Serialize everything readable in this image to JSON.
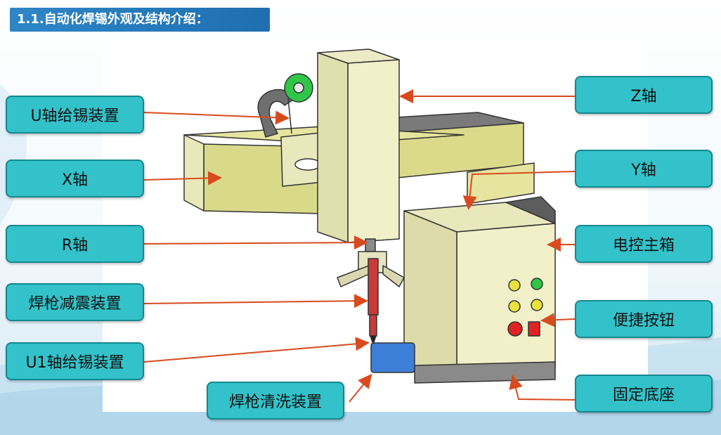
{
  "header": {
    "title": "1.1.自动化焊锡外观及结构介绍："
  },
  "labels": {
    "u_axis_feeder": "U轴给锡装置",
    "x_axis": "X轴",
    "r_axis": "R轴",
    "gun_damper": "焊枪减震装置",
    "u1_axis_feeder": "U1轴给锡装置",
    "gun_cleaner": "焊枪清洗装置",
    "z_axis": "Z轴",
    "y_axis": "Y轴",
    "control_box": "电控主箱",
    "quick_buttons": "便捷按钮",
    "fixed_base": "固定底座"
  },
  "colors": {
    "label_fill": "#33c2c9",
    "label_border": "#15888f",
    "arrow": "#d94a1e",
    "title_bar": "#2f86c6",
    "machine_beige": "#f1f0c8",
    "machine_olive": "#d9d98a",
    "machine_dark": "#5a5a5a",
    "cleaner_blue": "#3d7fd8"
  }
}
